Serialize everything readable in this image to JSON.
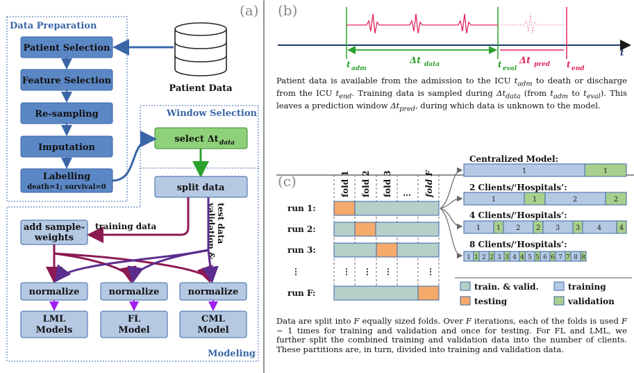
{
  "panel_a": {
    "label": "(a)",
    "data_prep_title": "Data Preparation",
    "steps": [
      "Patient Selection",
      "Feature Selection",
      "Re-sampling",
      "Imputation",
      "Labelling"
    ],
    "labelling_sub": "death=1; survival=0",
    "patient_data": "Patient Data",
    "window_title": "Window Selection",
    "select_box": "select Δt",
    "select_sub": "data",
    "split_box": "split data",
    "sample_box_1": "add sample-",
    "sample_box_2": "weights",
    "training_data": "training data",
    "validation_test": "validation &",
    "validation_test_2": "test data",
    "normalize": "normalize",
    "model_lml_1": "LML",
    "model_lml_2": "Models",
    "model_fl_1": "FL",
    "model_fl_2": "Model",
    "model_cml_1": "CML",
    "model_cml_2": "Model",
    "modeling_title": "Modeling"
  },
  "panel_b": {
    "label": "(b)",
    "t_axis": "t",
    "t_adm": "t",
    "t_adm_sub": "adm",
    "t_eval": "t",
    "t_eval_sub": "eval",
    "t_end": "t",
    "t_end_sub": "end",
    "dt_data": "Δt",
    "dt_data_sub": "data",
    "dt_pred": "Δt",
    "dt_pred_sub": "pred",
    "caption_html": "Patient data is available from the admission to the ICU <i>t<sub>adm</sub></i> to death or discharge from the ICU <i>t<sub>end</sub></i>. Training data is sampled during <i>Δt<sub>data</sub></i> (from <i>t<sub>adm</sub></i> to <i>t<sub>eval</sub></i>). This leaves a prediction window <i>Δt<sub>pred</sub></i>, during which data is unknown to the model."
  },
  "panel_c": {
    "label": "(c)",
    "folds": [
      "fold 1",
      "fold 2",
      "fold 3",
      "…",
      "fold F"
    ],
    "runs": [
      "run 1:",
      "run 2:",
      "run 3:",
      "⋮",
      "run F:"
    ],
    "centralized": "Centralized Model:",
    "clients2": "2 Clients/‘Hospitals’:",
    "clients4": "4 Clients/‘Hospitals’:",
    "clients8": "8 Clients/‘Hospitals’:",
    "legend": {
      "train_valid": "train. & valid.",
      "training": "training",
      "testing": "testing",
      "validation": "validation"
    },
    "caption_html": "Data are split into <i>F</i> equally sized folds. Over <i>F</i> iterations, each of the folds is used <i>F</i> − 1 times for training and validation and once for testing. For FL and LML, we further split the combined training and validation data into the number of clients. These partitions are, in turn, divided into training and validation data."
  },
  "colors": {
    "blue_box": "#5b87c5",
    "green_box": "#8fd17a",
    "light_blue": "#b5c9e3",
    "gray_green": "#b6cfc9",
    "orange": "#f5a96a",
    "val_green": "#a9cf8d",
    "arrow_blue": "#3a66a8",
    "crimson": "#8b1a52",
    "purple": "#5b2d8e",
    "magenta": "#a020f0",
    "green_line": "#2ca02c",
    "red_line": "#e0245a"
  }
}
